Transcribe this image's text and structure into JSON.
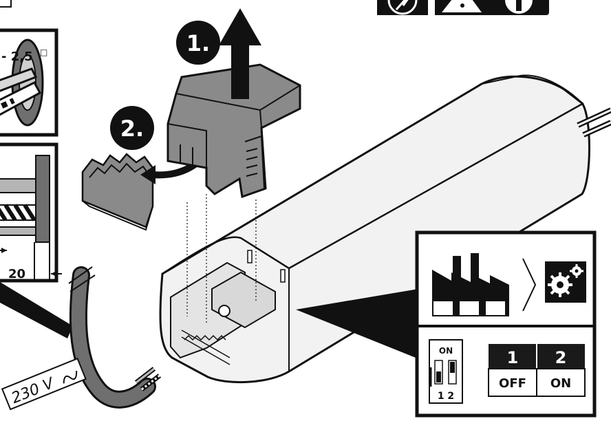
{
  "steps": {
    "step1": "1.",
    "step2": "2."
  },
  "wire": {
    "cross_section": "- 2,5",
    "cross_section_unit": "□",
    "strip_length": "20",
    "voltage": "230 V"
  },
  "factory_panel": {
    "switch_label_on": "ON",
    "switch_numbers": "1 2",
    "table": {
      "headers": [
        "1",
        "2"
      ],
      "values": [
        "OFF",
        "ON"
      ]
    }
  },
  "colors": {
    "outline": "#111111",
    "housing_fill": "#f2f2f2",
    "clamp_fill": "#8a8a8a",
    "cable_fill": "#6f6f6f",
    "panel_dark": "#1a1a1a",
    "accent_white": "#ffffff"
  },
  "icons": [
    "no-live-work-icon",
    "warning-triangle-icon",
    "read-manual-icon",
    "factory-icon",
    "gears-icon",
    "dip-switch-icon",
    "arrow-up-icon",
    "curved-arrow-icon"
  ]
}
